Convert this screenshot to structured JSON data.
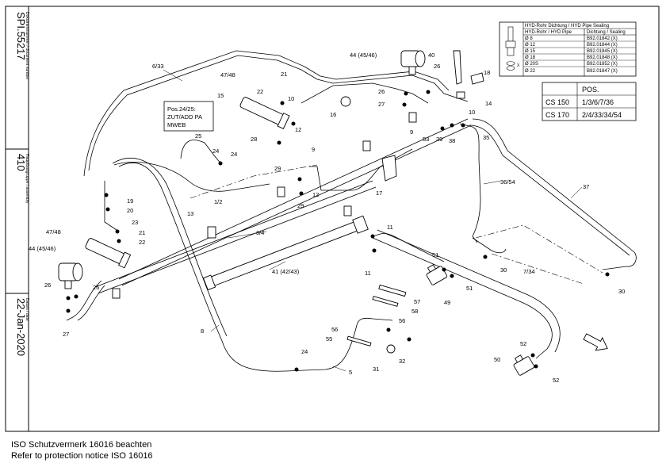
{
  "sidebar": {
    "document_number": "SPI.55217",
    "document_number_caption": "Dokumentnummer / document number",
    "main_group": "410",
    "main_group_caption": "Hauptbaugruppe / assembly",
    "date": "22-Jan-2020",
    "date_caption": "Datum / date"
  },
  "sealing_table": {
    "title": "HYD-Rohr Dichtung / HYD Pipe Sealing",
    "header": [
      "HYD-Rohr / HYD Pipe",
      "Dichtung / Sealing"
    ],
    "rows": [
      [
        "Ø 8",
        "B92.01842  (X)"
      ],
      [
        "Ø 12",
        "B92.01844  (X)"
      ],
      [
        "Ø 15",
        "B92.01845  (X)"
      ],
      [
        "Ø 18",
        "B92.01848  (X)"
      ],
      [
        "Ø 20S",
        "B92.01852  (X)"
      ],
      [
        "Ø 22",
        "B92.01847  (X)"
      ]
    ],
    "x_marker": "X"
  },
  "pos_table": {
    "header": "POS.",
    "rows": [
      [
        "CS 150",
        "1/3/6/7/36"
      ],
      [
        "CS 170",
        "2/4/33/34/54"
      ]
    ]
  },
  "note_box": {
    "line1": "Pos.24/25:",
    "line2": "ZUT/ADD PA",
    "line3": "MWEB"
  },
  "callouts": [
    "6/33",
    "21",
    "47/48",
    "22",
    "15",
    "10",
    "12",
    "28",
    "9",
    "29",
    "29",
    "12",
    "44 (45/46)",
    "26",
    "26",
    "27",
    "16",
    "40",
    "18",
    "14",
    "10",
    "9",
    "53",
    "39",
    "38",
    "35",
    "17",
    "36/54",
    "37",
    "25",
    "24",
    "24",
    "19",
    "20",
    "23",
    "21",
    "22",
    "13",
    "1/2",
    "3/4",
    "47/48",
    "44 (45/46)",
    "26",
    "26",
    "27",
    "11",
    "11",
    "41 (42/43)",
    "51",
    "51",
    "49",
    "30",
    "7/34",
    "30",
    "57",
    "58",
    "56",
    "56",
    "55",
    "31",
    "32",
    "24",
    "8",
    "5",
    "52",
    "52",
    "50"
  ],
  "footer": {
    "german": "ISO Schutzvermerk 16016 beachten",
    "english": "Refer to protection notice ISO 16016"
  }
}
